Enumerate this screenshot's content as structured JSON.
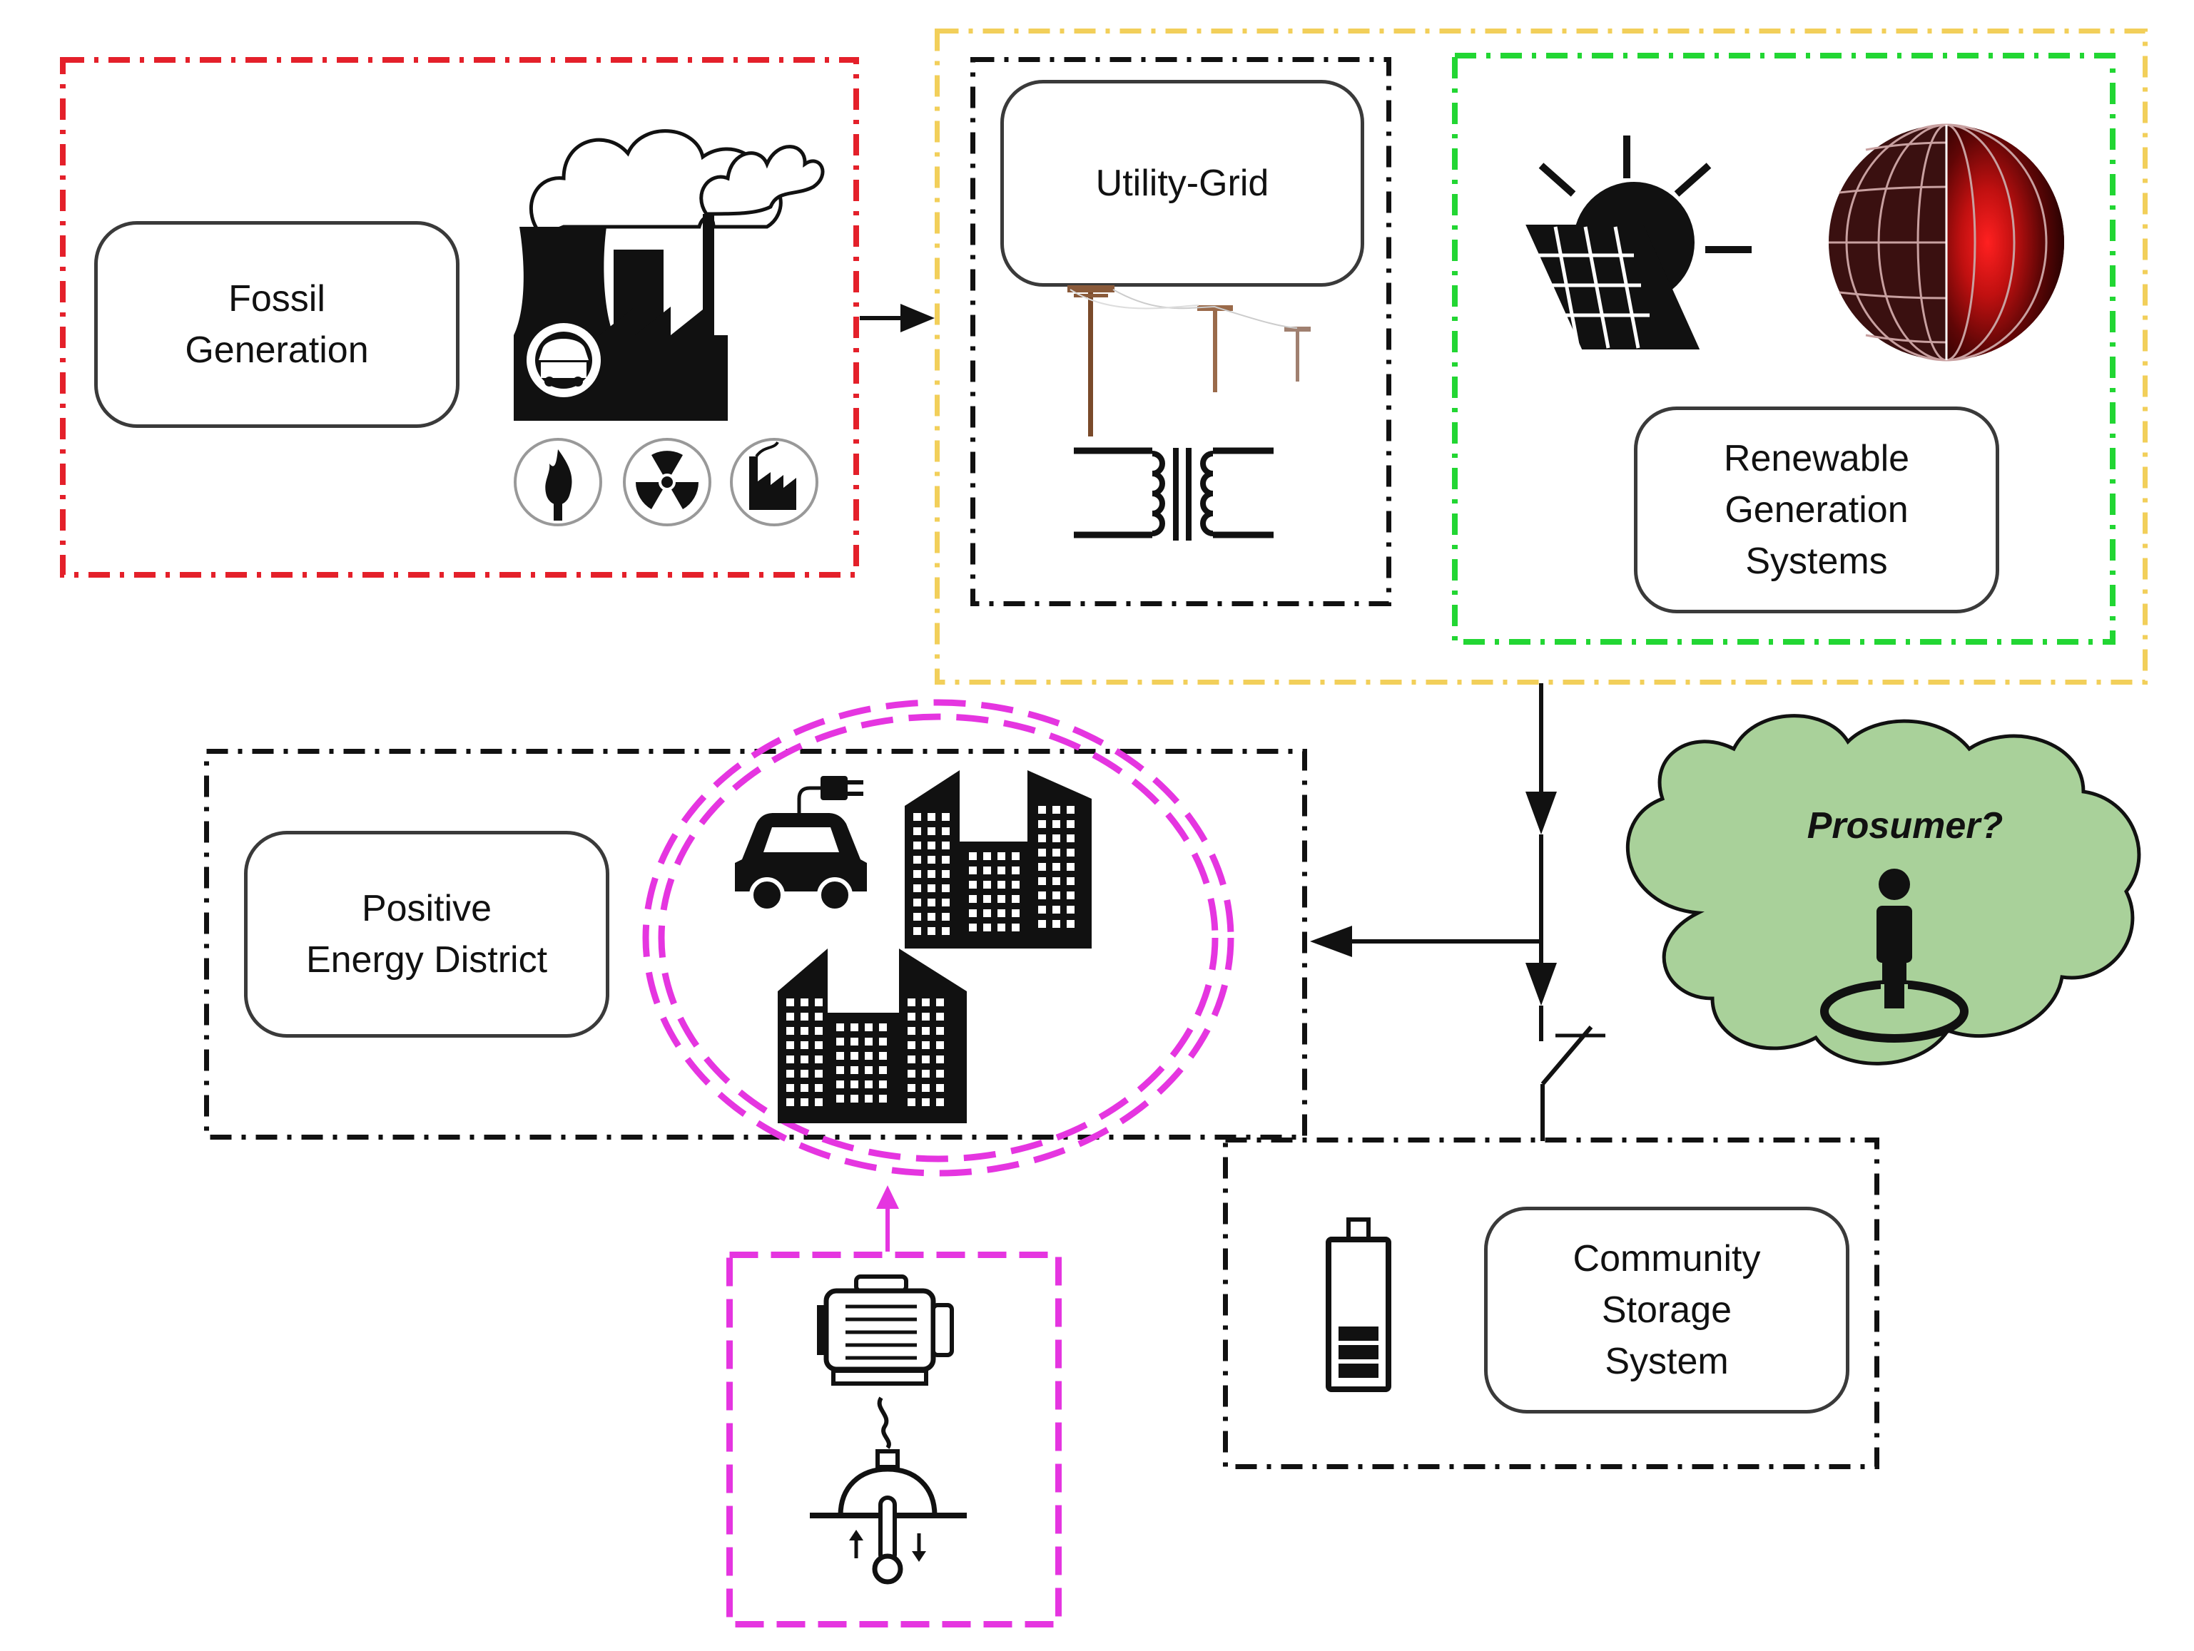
{
  "colors": {
    "fossil_frame": "#e4202a",
    "grid_region_frame": "#f2cf5a",
    "renewable_frame": "#22d633",
    "district_frame": "#111111",
    "flexibility_frame": "#e535e0",
    "prosumer_cloud": "#a9d19a",
    "sphere_core": "#e8111a"
  },
  "blocks": {
    "fossil": {
      "lines": [
        "Fossil",
        "Generation"
      ]
    },
    "utility": {
      "lines": [
        "Utility-Grid"
      ]
    },
    "renewable": {
      "lines": [
        "Renewable",
        "Generation",
        "Systems"
      ]
    },
    "district": {
      "lines": [
        "Positive",
        "Energy District"
      ]
    },
    "storage": {
      "lines": [
        "Community",
        "Storage",
        "System"
      ]
    },
    "prosumer": {
      "label": "Prosumer?"
    }
  },
  "icons": {
    "fossil": [
      "power-plant-icon",
      "gas-flame-icon",
      "nuclear-icon",
      "factory-icon"
    ],
    "utility": [
      "power-pole-icon",
      "transformer-icon"
    ],
    "renewable": [
      "solar-panel-icon",
      "geothermal-sphere-icon"
    ],
    "district": [
      "electric-car-icon",
      "buildings-icon"
    ],
    "flexibility": [
      "motor-icon",
      "heat-pump-icon"
    ],
    "storage": [
      "battery-icon"
    ],
    "prosumer": [
      "person-icon"
    ]
  }
}
